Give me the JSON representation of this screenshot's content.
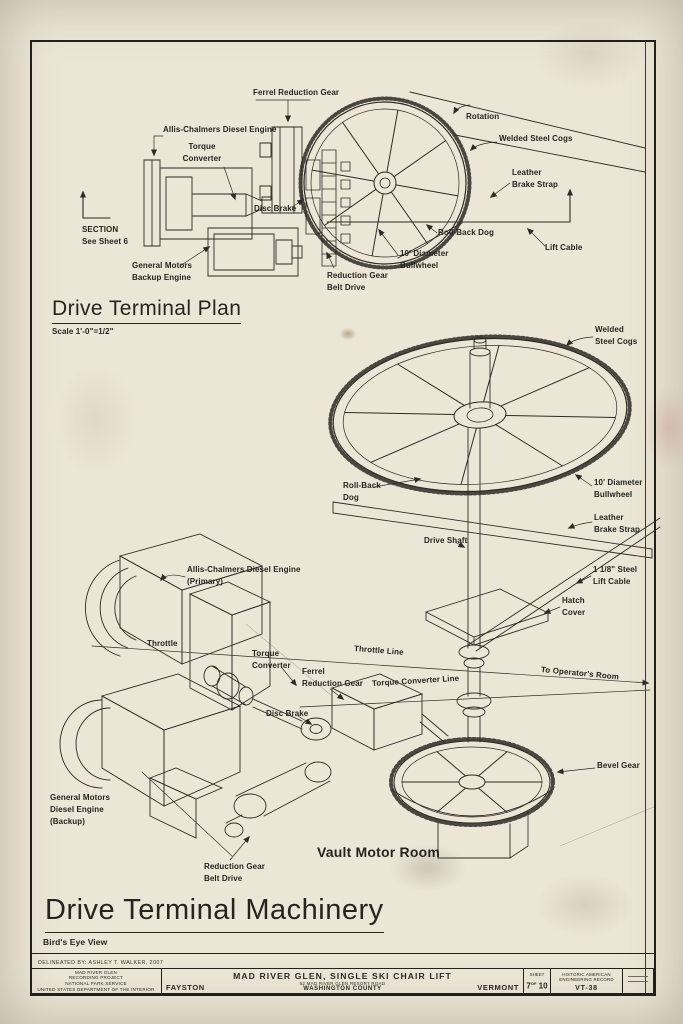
{
  "colors": {
    "paper": "#e9e2d1",
    "ink": "#2e2b26"
  },
  "plan": {
    "title": "Drive Terminal Plan",
    "scale": "Scale 1'-0\"=1/2\"",
    "labels": {
      "ferrel": "Ferrel Reduction Gear",
      "allis": "Allis-Chalmers Diesel Engine",
      "torque": "Torque\nConverter",
      "disc_brake": "Disc Brake",
      "gm_backup": "General Motors\nBackup Engine",
      "reduction": "Reduction Gear\nBelt Drive",
      "section": "SECTION\nSee Sheet 6",
      "rotation": "Rotation",
      "welded_cogs": "Welded Steel Cogs",
      "leather": "Leather\nBrake Strap",
      "rollback": "Roll-Back Dog",
      "bullwheel": "10' Diameter\nBullwheel",
      "lift_cable": "Lift Cable"
    }
  },
  "birdseye": {
    "title": "Drive Terminal Machinery",
    "subtitle": "Bird's Eye View",
    "room": "Vault Motor Room",
    "labels": {
      "welded_cogs": "Welded\nSteel Cogs",
      "bullwheel": "10' Diameter\nBullwheel",
      "leather": "Leather\nBrake Strap",
      "lift_cable": "1 1/8\" Steel\nLift Cable",
      "hatch": "Hatch\nCover",
      "rollback": "Roll-Back\nDog",
      "drive_shaft": "Drive Shaft",
      "allis": "Allis-Chalmers Diesel Engine\n(Primary)",
      "throttle": "Throttle",
      "torque": "Torque\nConverter",
      "ferrel": "Ferrel\nReduction Gear",
      "throttle_line": "Throttle Line",
      "torque_line": "Torque Converter Line",
      "operators_room": "To Operator's Room",
      "disc_brake": "Disc Brake",
      "bevel_gear": "Bevel Gear",
      "gm_backup": "General Motors\nDiesel Engine\n(Backup)",
      "reduction": "Reduction Gear\nBelt Drive"
    }
  },
  "titleblock": {
    "delineated": "DELINEATED BY: ASHLEY T. WALKER, 2007",
    "agency": "MAD RIVER GLEN\nRECORDING PROJECT\nNATIONAL PARK SERVICE\nUNITED STATES DEPARTMENT OF THE INTERIOR",
    "town": "FAYSTON",
    "title": "MAD RIVER GLEN, SINGLE SKI CHAIR LIFT",
    "address": "62 MAD RIVER GLEN RESORT ROAD",
    "county": "WASHINGTON COUNTY",
    "state": "VERMONT",
    "sheet_label": "SHEET",
    "sheet_no": "7",
    "of": "OF",
    "total": "10",
    "record": "HISTORIC AMERICAN\nENGINEERING RECORD",
    "record_no": "VT-38"
  }
}
